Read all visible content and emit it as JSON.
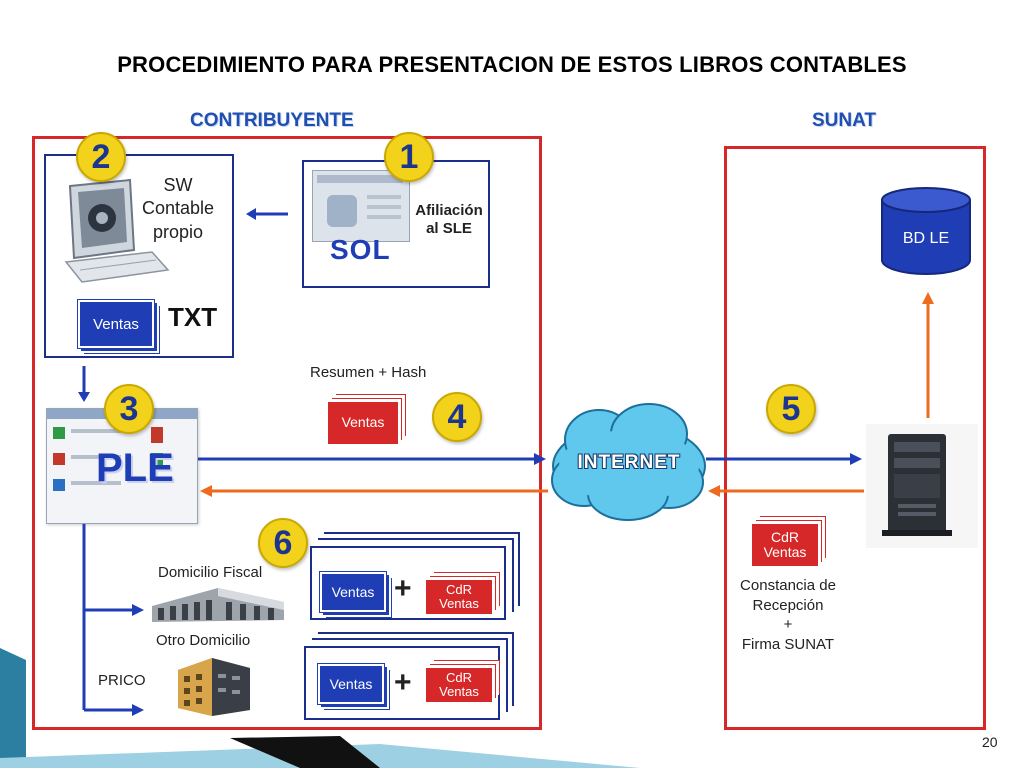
{
  "slide": {
    "title": "PROCEDIMIENTO PARA PRESENTACION DE ESTOS LIBROS CONTABLES",
    "page_number": "20"
  },
  "sections": {
    "contribuyente": "CONTRIBUYENTE",
    "sunat": "SUNAT"
  },
  "steps": {
    "one": "1",
    "two": "2",
    "three": "3",
    "four": "4",
    "five": "5",
    "six": "6"
  },
  "step1": {
    "logo": "SOL",
    "label_line1": "Afiliación",
    "label_line2": "al SLE"
  },
  "step2": {
    "label_line1": "SW",
    "label_line2": "Contable",
    "label_line3": "propio",
    "file_card": "Ventas",
    "file_type": "TXT"
  },
  "step3": {
    "app_name": "PLE"
  },
  "step4": {
    "caption": "Resumen + Hash",
    "card": "Ventas"
  },
  "internet": "INTERNET",
  "step5": {
    "database": "BD LE",
    "cdr_line1": "CdR",
    "cdr_line2": "Ventas",
    "caption_line1": "Constancia de",
    "caption_line2": "Recepción",
    "caption_plus": "+",
    "caption_line3": "Firma SUNAT"
  },
  "step6": {
    "domicilio_fiscal": "Domicilio Fiscal",
    "otro_domicilio": "Otro Domicilio",
    "prico": "PRICO",
    "ventas": "Ventas",
    "plus": "+",
    "cdr_line1": "CdR",
    "cdr_line2": "Ventas"
  },
  "colors": {
    "frame_red": "#d62828",
    "frame_blue": "#1c2e8c",
    "arrow_blue": "#1f3db5",
    "arrow_orange": "#ee6a1e",
    "badge_yellow": "#f2d21a"
  }
}
